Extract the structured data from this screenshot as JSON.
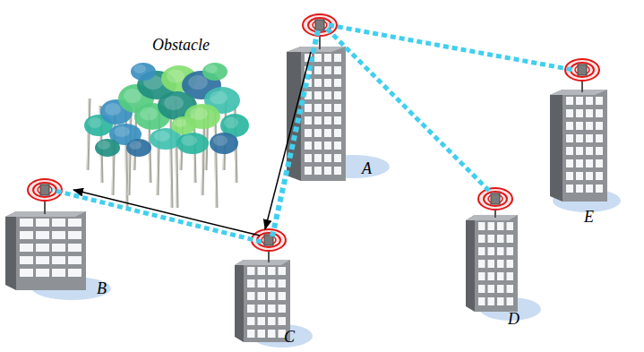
{
  "diagram": {
    "nodes": [
      {
        "text": [
          "A"
        ]
      },
      {
        "text": [
          "E"
        ]
      },
      {
        "text": [
          "B"
        ]
      },
      {
        "text": [
          "D"
        ]
      },
      {
        "text": [
          "C"
        ]
      }
    ],
    "edges": [
      {
        "from": 0,
        "to": 1,
        "arrow": "none"
      },
      {
        "from": 0,
        "to": 3,
        "arrow": "none"
      },
      {
        "from": 0,
        "to": 4,
        "arrow": "none"
      },
      {
        "from": 4,
        "to": 2,
        "arrow": "none"
      },
      {
        "from": 0,
        "to": 4,
        "arrow": "to"
      },
      {
        "from": 4,
        "to": 2,
        "arrow": "to"
      }
    ],
    "labels": [
      "Obstacle"
    ]
  }
}
